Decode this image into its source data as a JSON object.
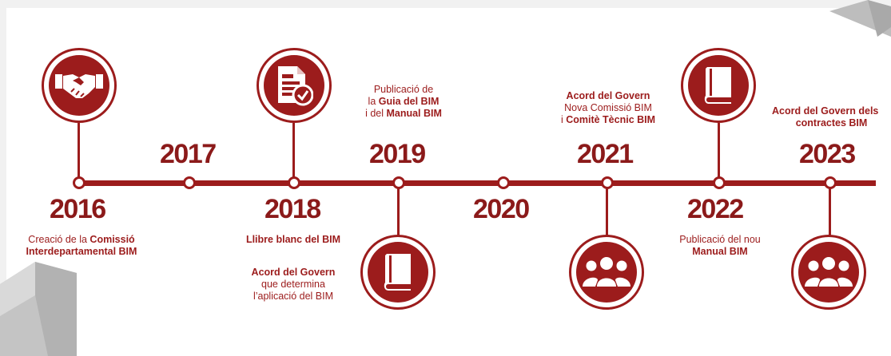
{
  "colors": {
    "accent": "#9c1c1c",
    "text": "#8b1a1a",
    "background": "#ffffff"
  },
  "timeline": {
    "years": [
      "2016",
      "2017",
      "2018",
      "2019",
      "2020",
      "2021",
      "2022",
      "2023"
    ],
    "milestones": {
      "y2016": {
        "icon": "handshake-icon",
        "line1_normal": "Creació de la ",
        "line1_bold": "Comissió",
        "line2_bold": "Interdepartamental BIM"
      },
      "y2018": {
        "icon": "document-check-icon",
        "first_bold": "Llibre blanc del BIM",
        "second_bold": "Acord del Govern",
        "second_line2": "que determina",
        "second_line3": "l’aplicació del BIM"
      },
      "y2019": {
        "icon": "book-icon",
        "line1": "Publicació de",
        "line2_normal": "la ",
        "line2_bold": "Guia del BIM",
        "line3_normal": "i del ",
        "line3_bold": "Manual BIM"
      },
      "y2021": {
        "icon": "group-icon",
        "line1_bold": "Acord del Govern",
        "line2": "Nova Comissió BIM",
        "line3_normal": "i ",
        "line3_bold": "Comitè Tècnic BIM"
      },
      "y2022": {
        "icon": "book-icon",
        "line1": "Publicació del nou",
        "line2_bold": "Manual BIM"
      },
      "y2023": {
        "icon": "group-icon",
        "line1_bold": "Acord del Govern dels",
        "line2_bold": "contractes BIM"
      }
    }
  }
}
